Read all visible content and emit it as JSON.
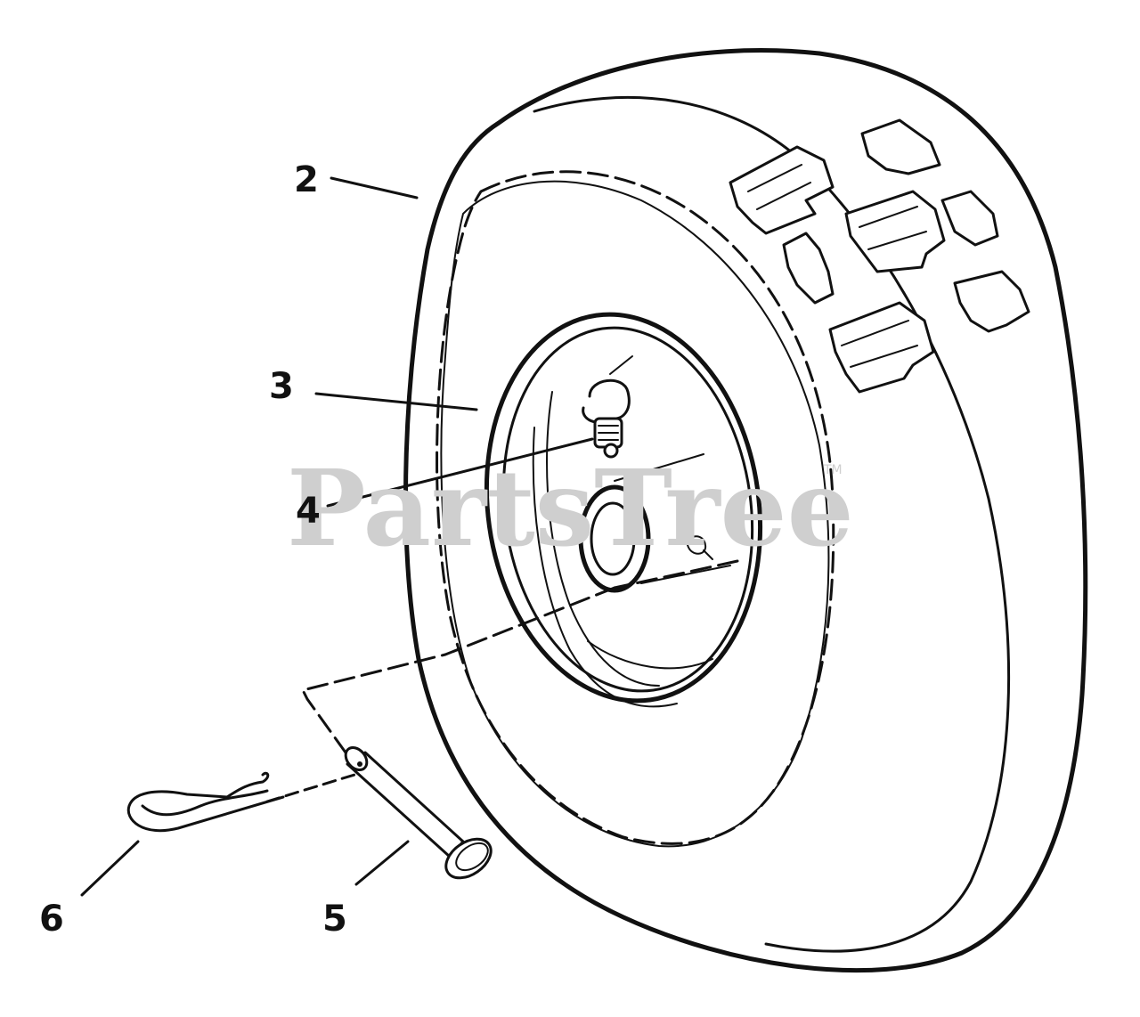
{
  "watermark": {
    "text": "PartsTree",
    "trademark": "TM"
  },
  "callouts": [
    {
      "id": "tire",
      "label": "2"
    },
    {
      "id": "wheel-rim",
      "label": "3"
    },
    {
      "id": "valve-stem",
      "label": "4"
    },
    {
      "id": "clevis-pin",
      "label": "5"
    },
    {
      "id": "hairpin-cotter",
      "label": "6"
    }
  ],
  "colors": {
    "line": "#111111",
    "background": "#ffffff",
    "watermark": "#cfcfcf"
  }
}
